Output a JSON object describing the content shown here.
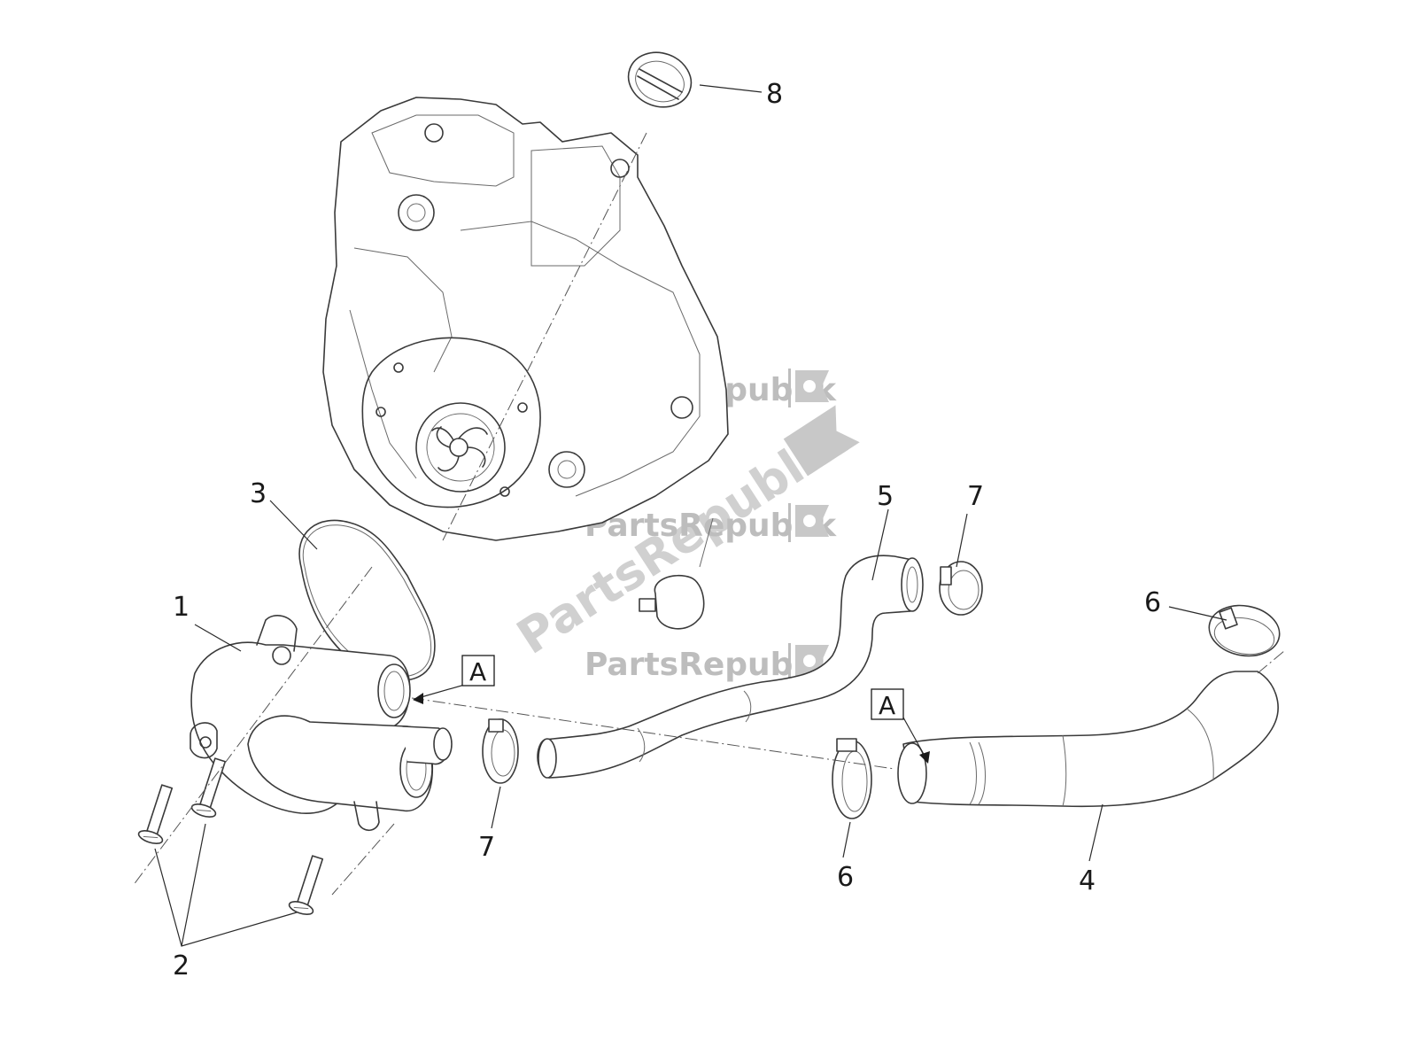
{
  "callouts": {
    "c1": "1",
    "c2": "2",
    "c3": "3",
    "c4": "4",
    "c5": "5",
    "c6a": "6",
    "c6b": "6",
    "c7a": "7",
    "c7b": "7",
    "c8": "8"
  },
  "ref_marks": {
    "a_left": "A",
    "a_right": "A"
  },
  "watermark": {
    "brand": "PartsRepublik"
  },
  "colors": {
    "line": "#3a3a3a",
    "watermark": "#bdbdbd"
  }
}
